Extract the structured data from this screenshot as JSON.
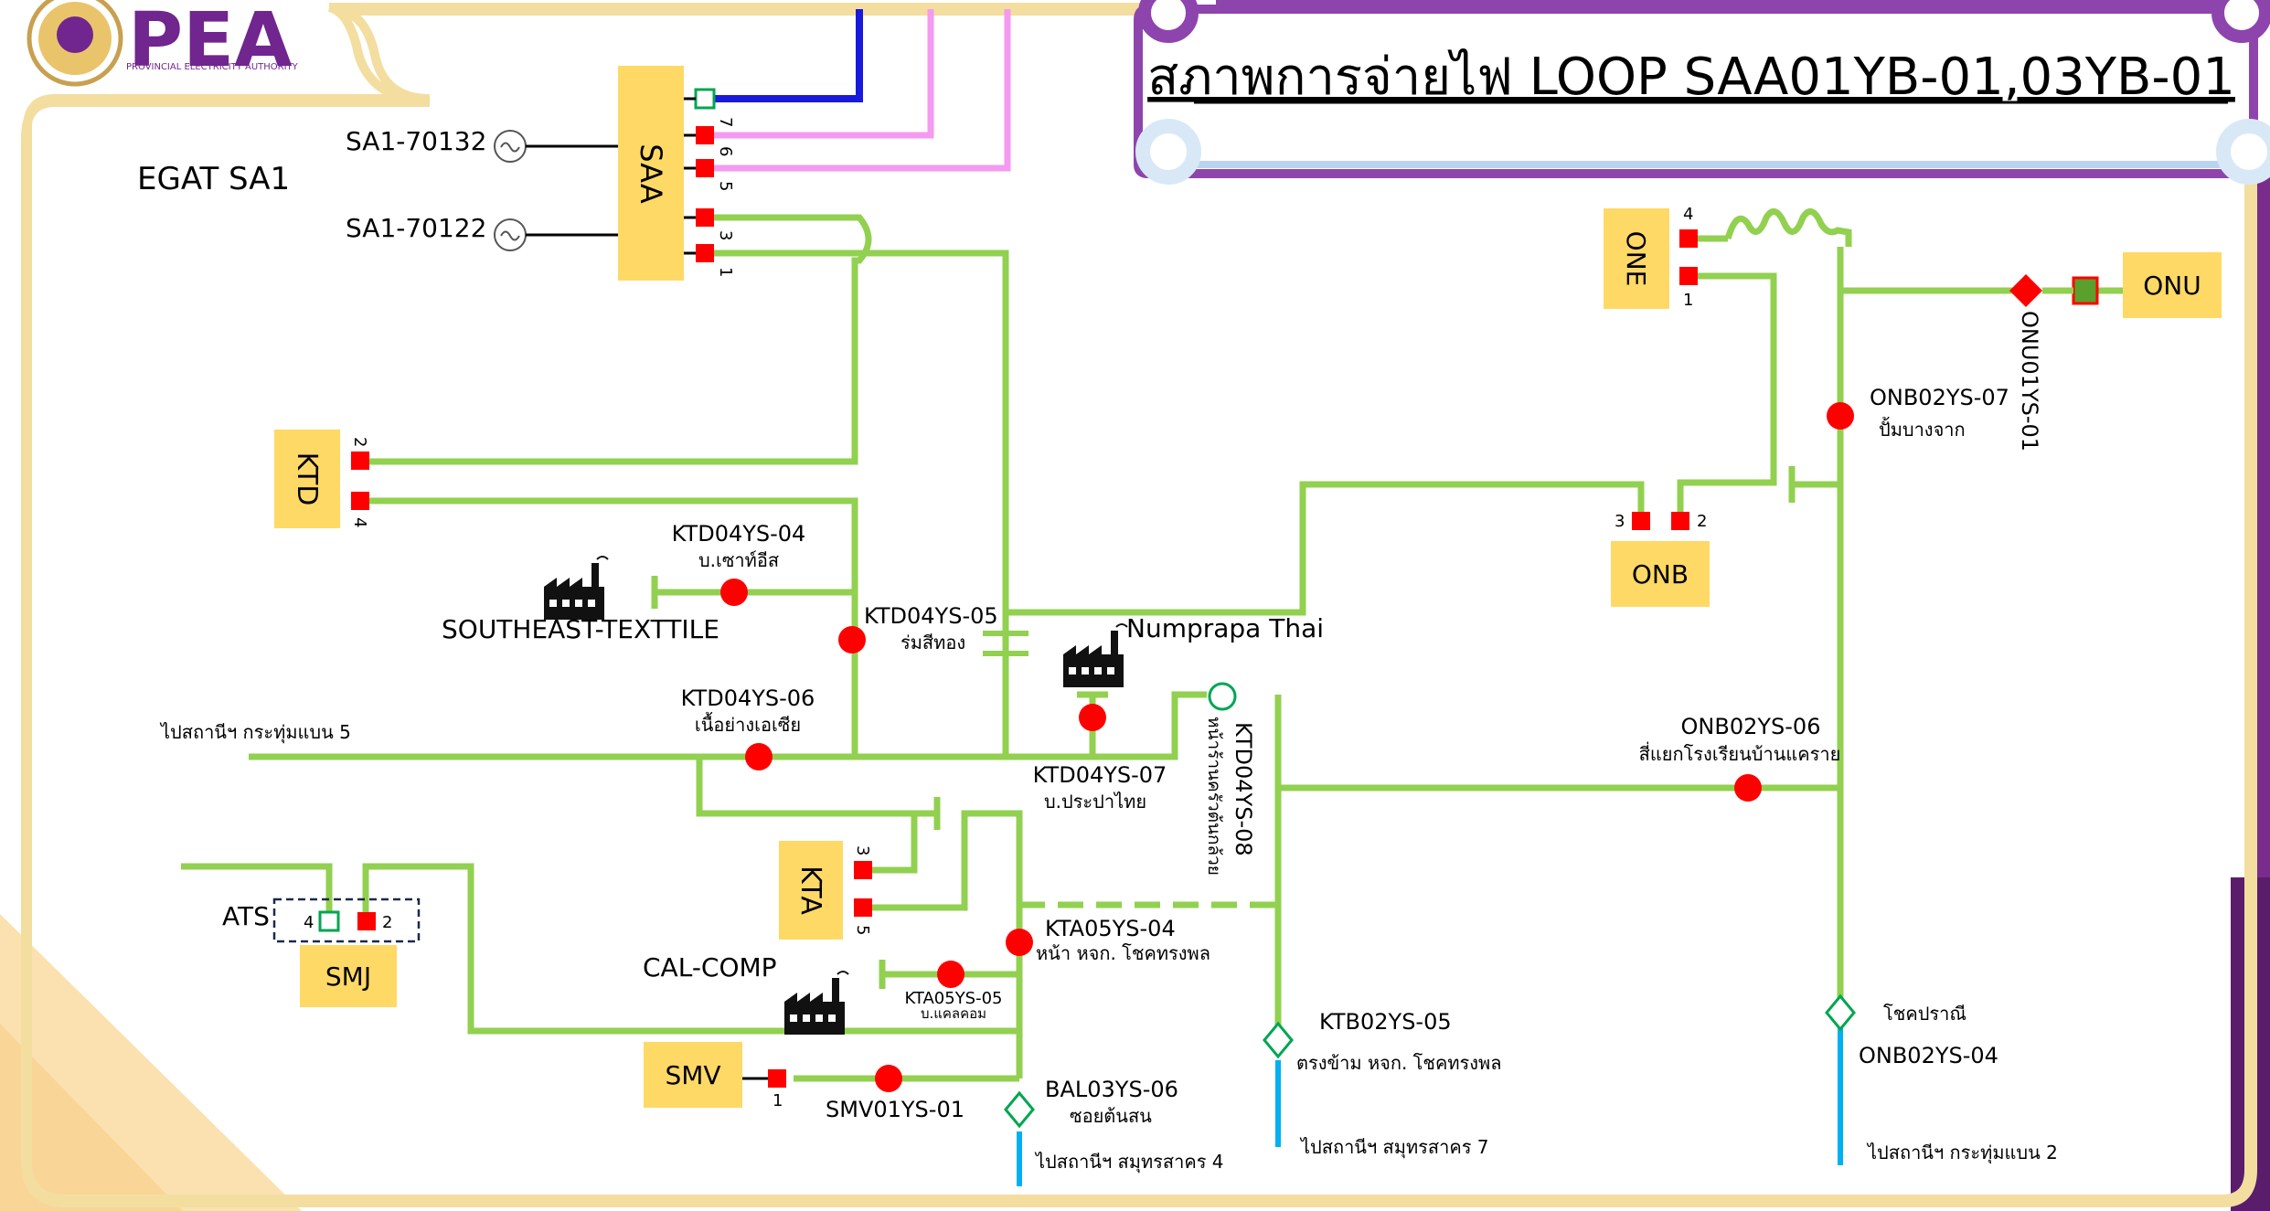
{
  "colors": {
    "feeder": "#92d050",
    "blue_line": "#1a1adc",
    "pink_line": "#f49af0",
    "cyan_line": "#00b0f0",
    "station_fill": "#ffd966",
    "closed_switch": "#ff0000",
    "open_switch": "#00a651",
    "border_cream": "#f3dea0",
    "header_purple": "#8e44ad",
    "pea_purple": "#70258f"
  },
  "header": {
    "logo_text": "PEA",
    "logo_subtitle": "PROVINCIAL ELECTRICITY AUTHORITY",
    "title": "สภาพการจ่ายไฟ LOOP SAA01YB-01,03YB-01"
  },
  "sources": {
    "egat": "EGAT SA1",
    "line1": "SA1-70132",
    "line2": "SA1-70122"
  },
  "stations": {
    "saa": "SAA",
    "ktd": "KTD",
    "kta": "KTA",
    "smj": "SMJ",
    "smv": "SMV",
    "one": "ONE",
    "onb": "ONB",
    "onu": "ONU",
    "ats": "ATS"
  },
  "breaker_numbers": {
    "saa_7": "7",
    "saa_6": "6",
    "saa_5": "5",
    "saa_3": "3",
    "saa_1": "1",
    "ktd_2": "2",
    "ktd_4": "4",
    "kta_3": "3",
    "kta_5": "5",
    "smj_4": "4",
    "smj_2": "2",
    "smv_1": "1",
    "one_4": "4",
    "one_1": "1",
    "onb_3": "3",
    "onb_2": "2"
  },
  "switches": {
    "ktd04ys04": {
      "id": "KTD04YS-04",
      "place": "บ.เซาท์อีส"
    },
    "ktd04ys05": {
      "id": "KTD04YS-05",
      "place": "ร่มสีทอง"
    },
    "ktd04ys06": {
      "id": "KTD04YS-06",
      "place": "เนื้อย่างเอเซีย"
    },
    "ktd04ys07": {
      "id": "KTD04YS-07",
      "place": "บ.ประปาไทย"
    },
    "ktd04ys08": {
      "id": "KTD04YS-08",
      "place": "หน้าร้านครัวต้นกล้วย"
    },
    "kta05ys04": {
      "id": "KTA05YS-04",
      "place": "หน้า หจก. โชคทรงพล"
    },
    "kta05ys05": {
      "id": "KTA05YS-05",
      "place": "บ.แคลคอม"
    },
    "bal03ys06": {
      "id": "BAL03YS-06",
      "place": "ซอยต้นสน"
    },
    "smv01ys01": {
      "id": "SMV01YS-01"
    },
    "ktb02ys05": {
      "id": "KTB02YS-05",
      "place": "ตรงข้าม หจก. โชคทรงพล"
    },
    "onb02ys06": {
      "id": "ONB02YS-06",
      "place": "สี่แยกโรงเรียนบ้านแคราย"
    },
    "onb02ys07": {
      "id": "ONB02YS-07",
      "place": "ปั้มบางจาก"
    },
    "onb02ys04": {
      "id": "ONB02YS-04",
      "place": "โชคปราณี"
    },
    "onu01ys01": {
      "id": "ONU01YS-01"
    }
  },
  "customers": {
    "southeast": "SOUTHEAST-TEXTTILE",
    "numprapa": "Numprapa Thai",
    "calcomp": "CAL-COMP"
  },
  "destinations": {
    "kratumbaen5": "ไปสถานีฯ กระทุ่มแบน 5",
    "samutsakhon4": "ไปสถานีฯ สมุทรสาคร 4",
    "samutsakhon7": "ไปสถานีฯ สมุทรสาคร 7",
    "kratumbaen2": "ไปสถานีฯ กระทุ่มแบน 2"
  }
}
